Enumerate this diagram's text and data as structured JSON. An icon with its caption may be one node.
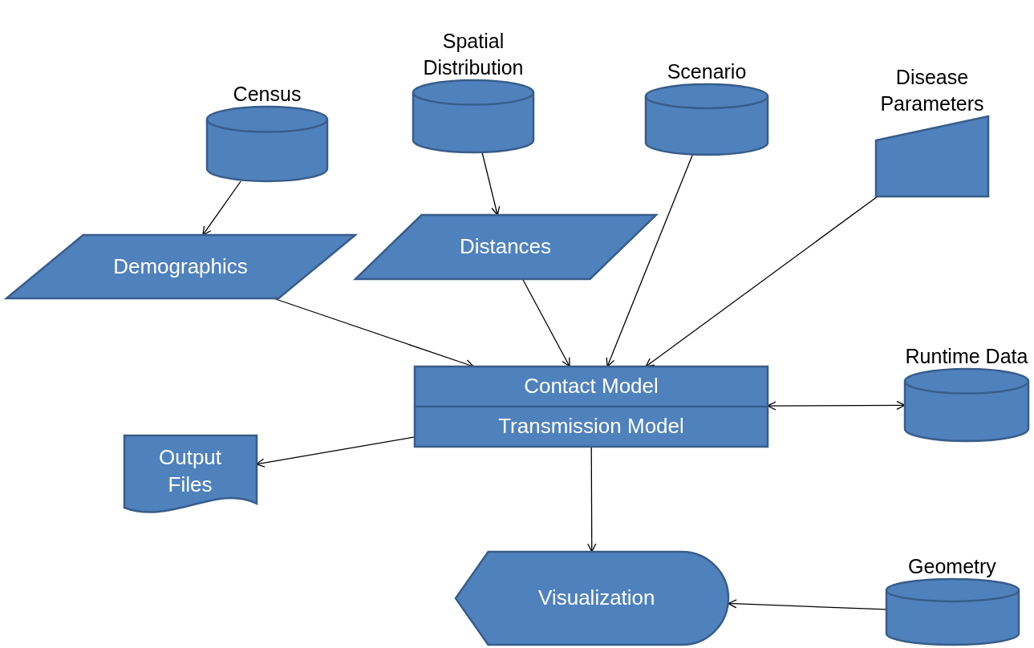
{
  "diagram": {
    "nodes": [
      {
        "text": [
          "Census"
        ]
      },
      {
        "text": [
          "Spatial Distribution"
        ]
      },
      {
        "text": [
          "Scenario"
        ]
      },
      {
        "text": [
          "Disease Parameters"
        ]
      },
      {
        "text": [
          "Demographics"
        ]
      },
      {
        "text": [
          "Distances"
        ]
      },
      {
        "text": [
          "Contact Model",
          "Transmission Model"
        ]
      },
      {
        "text": [
          "Runtime Data"
        ]
      },
      {
        "text": [
          "Output Files"
        ]
      },
      {
        "text": [
          "Visualization"
        ]
      },
      {
        "text": [
          "Geometry"
        ]
      }
    ],
    "edges": [
      {
        "from": 0,
        "to": 4,
        "arrow": "to"
      },
      {
        "from": 1,
        "to": 5,
        "arrow": "to"
      },
      {
        "from": 4,
        "to": 6,
        "arrow": "to"
      },
      {
        "from": 5,
        "to": 6,
        "arrow": "to"
      },
      {
        "from": 2,
        "to": 6,
        "arrow": "to"
      },
      {
        "from": 3,
        "to": 6,
        "arrow": "to"
      },
      {
        "from": 6,
        "to": 7,
        "arrow": "both"
      },
      {
        "from": 6,
        "to": 8,
        "arrow": "to"
      },
      {
        "from": 6,
        "to": 9,
        "arrow": "to"
      },
      {
        "from": 10,
        "to": 9,
        "arrow": "to"
      }
    ]
  }
}
